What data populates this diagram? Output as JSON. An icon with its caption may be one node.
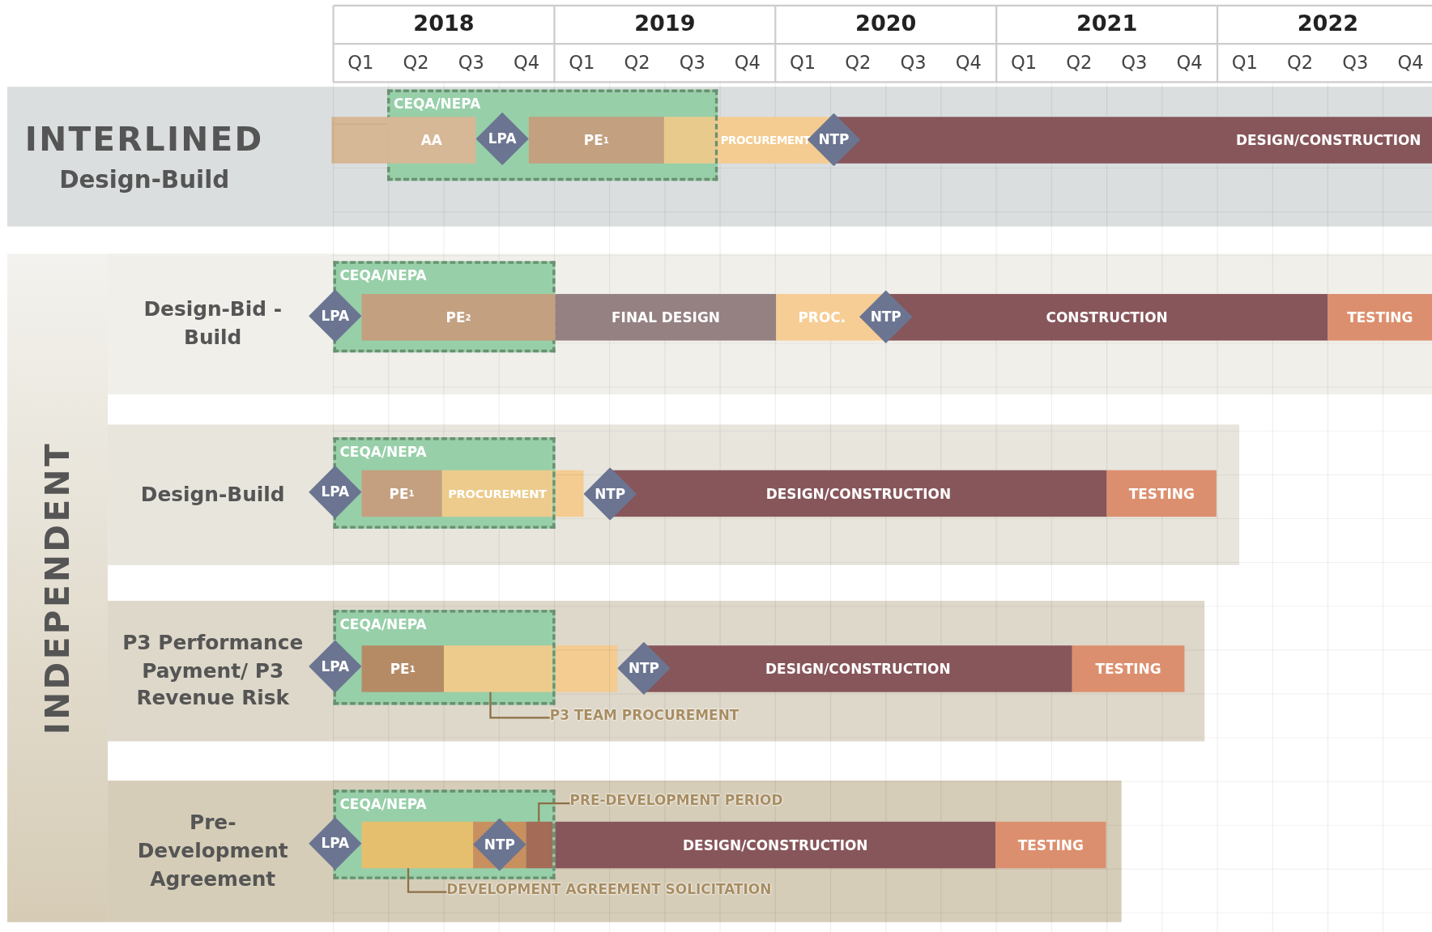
{
  "diagram": {
    "nodes": [
      {
        "text": [
          "INTERLINED",
          "Design-Build"
        ]
      },
      {
        "text": [
          "CEQA/NEPA"
        ],
        "in": 0
      },
      {
        "text": [
          "AA"
        ],
        "in": 1
      },
      {
        "text": [
          "LPA"
        ],
        "in": 1
      },
      {
        "text": [
          "PE$^{1}$"
        ],
        "in": 1
      },
      {
        "text": [
          "PROCUREMENT"
        ],
        "in": 0
      },
      {
        "text": [
          "NTP"
        ],
        "in": 0
      },
      {
        "text": [
          "DESIGN/CONSTRUCTION"
        ],
        "in": 0
      },
      {
        "text": [
          "INDEPENDENT"
        ]
      },
      {
        "text": [
          "Design-Bid -Build"
        ]
      },
      {
        "text": [
          "CEQA/NEPA"
        ],
        "in": 9
      },
      {
        "text": [
          "LPA"
        ],
        "in": 9
      },
      {
        "text": [
          "PE$^{2}$"
        ],
        "in": 10
      },
      {
        "text": [
          "FINAL DESIGN"
        ],
        "in": 9
      },
      {
        "text": [
          "PROC."
        ],
        "in": 9
      },
      {
        "text": [
          "NTP"
        ],
        "in": 9
      },
      {
        "text": [
          "CONSTRUCTION"
        ],
        "in": 9
      },
      {
        "text": [
          "TESTING"
        ],
        "in": 9
      },
      {
        "text": [
          "Design-Build"
        ]
      },
      {
        "text": [
          "CEQA/NEPA"
        ],
        "in": 18
      },
      {
        "text": [
          "LPA"
        ],
        "in": 18
      },
      {
        "text": [
          "PE$^{1}$"
        ],
        "in": 19
      },
      {
        "text": [
          "PROCUREMENT"
        ],
        "in": 19
      },
      {
        "text": [
          "NTP"
        ],
        "in": 18
      },
      {
        "text": [
          "DESIGN/CONSTRUCTION"
        ],
        "in": 18
      },
      {
        "text": [
          "TESTING"
        ],
        "in": 18
      },
      {
        "text": [
          "P3 Performance Payment/ P3 Revenue Risk"
        ]
      },
      {
        "text": [
          "CEQA/NEPA"
        ],
        "in": 26
      },
      {
        "text": [
          "LPA"
        ],
        "in": 26
      },
      {
        "text": [
          "PE$^{1}$"
        ],
        "in": 27
      },
      {
        "text": [],
        "shape": "bar",
        "in": 27
      },
      {
        "text": [
          "P3 TEAM PROCUREMENT"
        ],
        "in": 26
      },
      {
        "text": [
          "NTP"
        ],
        "in": 26
      },
      {
        "text": [
          "DESIGN/CONSTRUCTION"
        ],
        "in": 26
      },
      {
        "text": [
          "TESTING"
        ],
        "in": 26
      },
      {
        "text": [
          "Pre- Development Agreement"
        ]
      },
      {
        "text": [
          "CEQA/NEPA"
        ],
        "in": 35
      },
      {
        "text": [
          "LPA"
        ],
        "in": 35
      },
      {
        "text": [],
        "shape": "bar",
        "in": 36
      },
      {
        "text": [
          "NTP"
        ],
        "in": 36
      },
      {
        "text": [],
        "shape": "bar",
        "in": 36
      },
      {
        "text": [
          "PRE-DEVELOPMENT PERIOD"
        ],
        "in": 35
      },
      {
        "text": [
          "DEVELOPMENT AGREEMENT SOLICITATION"
        ],
        "in": 35
      },
      {
        "text": [
          "DESIGN/CONSTRUCTION"
        ],
        "in": 35
      },
      {
        "text": [
          "TESTING"
        ],
        "in": 35
      }
    ],
    "edges": [
      {
        "from": 31,
        "to": 30,
        "arrow": "none"
      },
      {
        "from": 41,
        "to": 40,
        "arrow": "none"
      },
      {
        "from": 42,
        "to": 38,
        "arrow": "none"
      }
    ],
    "labels": [
      "2018",
      "2019",
      "2020",
      "2021",
      "2022",
      "Q1",
      "Q2",
      "Q3",
      "Q4",
      "Q1",
      "Q2",
      "Q3",
      "Q4",
      "Q1",
      "Q2",
      "Q3",
      "Q4",
      "Q1",
      "Q2",
      "Q3",
      "Q4",
      "Q1",
      "Q2",
      "Q3",
      "Q4"
    ]
  }
}
